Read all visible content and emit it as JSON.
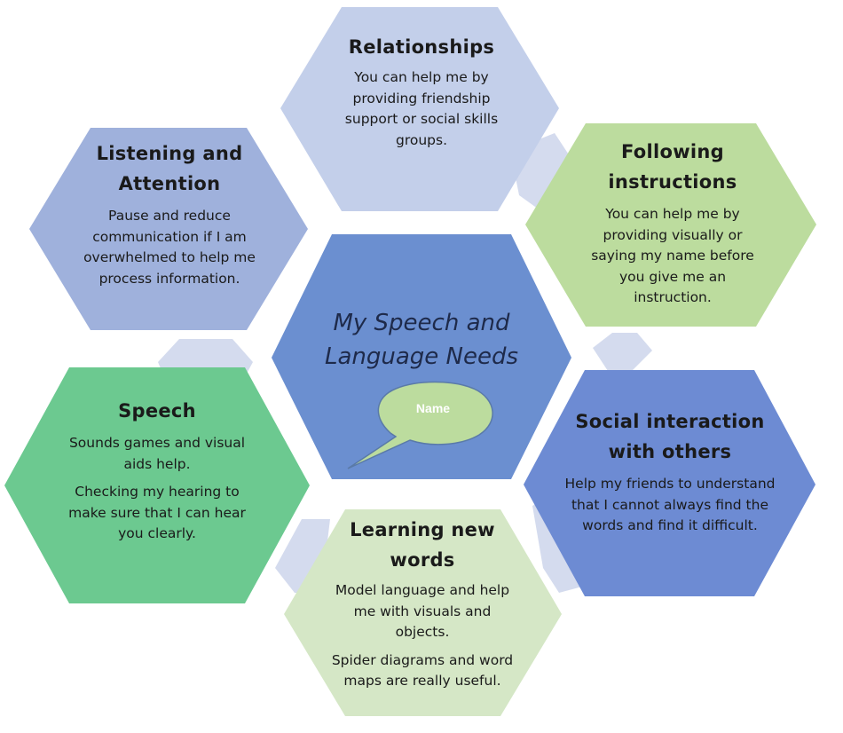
{
  "center": {
    "title_line1": "My Speech and",
    "title_line2": "Language Needs",
    "bubble_label": "Name"
  },
  "relationships": {
    "title": "Relationships",
    "body": [
      "You can help me by providing friendship support or social skills groups."
    ]
  },
  "listening": {
    "title_line1": "Listening and",
    "title_line2": "Attention",
    "body": [
      "Pause and reduce communication if I am overwhelmed to help me process information."
    ]
  },
  "following": {
    "title_line1": "Following",
    "title_line2": "instructions",
    "body": [
      "You can help me by providing visually or saying my name before you give me an instruction."
    ]
  },
  "speech": {
    "title": "Speech",
    "body": [
      "Sounds games and visual aids help.",
      "Checking my hearing to make sure that I can hear you clearly."
    ]
  },
  "social": {
    "title_line1": "Social interaction",
    "title_line2": "with others",
    "body": [
      "Help my friends to understand that I cannot always find the words and find it difficult."
    ]
  },
  "learning": {
    "title_line1": "Learning new",
    "title_line2": "words",
    "body": [
      "Model language and help me with visuals and objects.",
      "Spider diagrams and word maps are really useful."
    ]
  },
  "colors": {
    "relationships": "#c3cfea",
    "listening": "#9fb1dc",
    "following": "#bcdc9e",
    "speech": "#6cc990",
    "social": "#6d8bd3",
    "learning": "#d5e7c6",
    "center": "#6b8fd0",
    "bubble": "#bcdc9e",
    "connector": "#d4dbee"
  }
}
